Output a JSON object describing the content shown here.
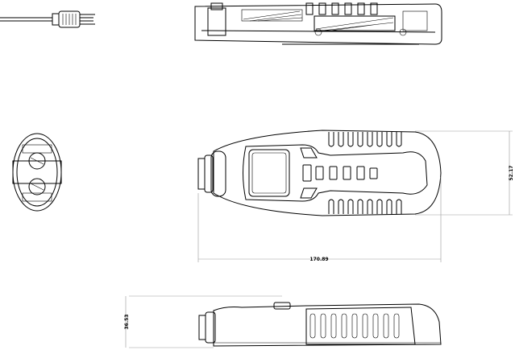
{
  "dimensions": {
    "length": "170.89",
    "width": "52.17",
    "height": "36.53"
  },
  "views": [
    "probe-cable",
    "top-section",
    "end-view",
    "front-view",
    "side-view"
  ]
}
